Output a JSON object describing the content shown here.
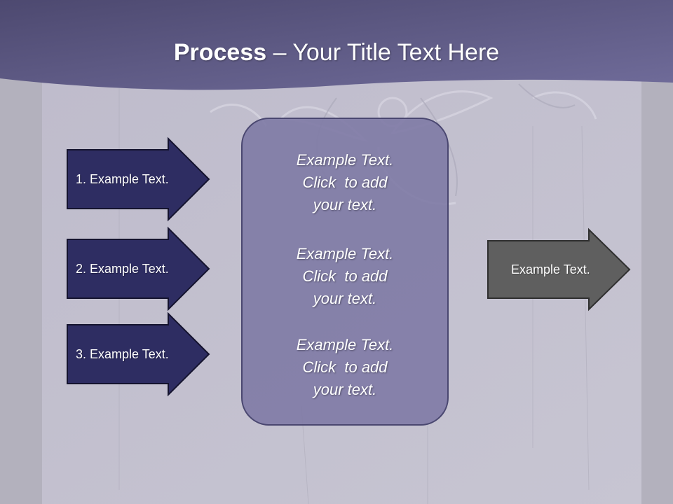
{
  "title": {
    "bold": "Process",
    "rest": " – Your Title Text Here"
  },
  "steps": [
    {
      "label": "1. Example Text."
    },
    {
      "label": "2. Example Text."
    },
    {
      "label": "3. Example Text."
    }
  ],
  "center": [
    {
      "line1": "Example Text.",
      "line2": "Click  to add",
      "line3": "your text."
    },
    {
      "line1": "Example Text.",
      "line2": "Click  to add",
      "line3": "your text."
    },
    {
      "line1": "Example Text.",
      "line2": "Click  to add",
      "line3": "your text."
    }
  ],
  "output": {
    "label": "Example Text."
  },
  "colors": {
    "header": "#5e5a8a",
    "step_arrow": "#2e2d62",
    "center_box": "#817da8",
    "output_arrow": "#5f5f5f"
  }
}
